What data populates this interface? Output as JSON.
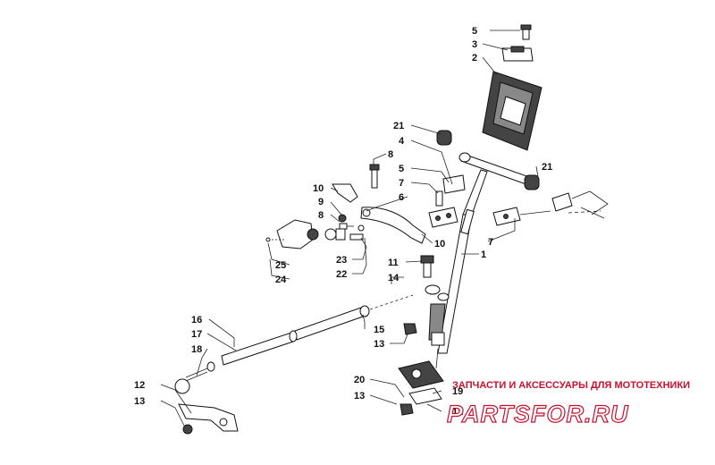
{
  "callouts": {
    "c5a": "5",
    "c3": "3",
    "c2": "2",
    "c21a": "21",
    "c4": "4",
    "c8a": "8",
    "c5b": "5",
    "c7a": "7",
    "c6": "6",
    "c21b": "21",
    "c10a": "10",
    "c9": "9",
    "c8b": "8",
    "c10b": "10",
    "c7b": "7",
    "c1": "1",
    "c23": "23",
    "c22": "22",
    "c25": "25",
    "c24": "24",
    "c11": "11",
    "c14": "14",
    "c16": "16",
    "c17": "17",
    "c18": "18",
    "c15": "15",
    "c13a": "13",
    "c12a": "12",
    "c13b": "13",
    "c20": "20",
    "c19": "19",
    "c13c": "13",
    "c12b": "12"
  },
  "watermark": {
    "tagline": "ЗАПЧАСТИ И АКСЕССУАРЫ ДЛЯ МОТОТЕХНИКИ",
    "brand": "PARTSFOR.RU"
  }
}
